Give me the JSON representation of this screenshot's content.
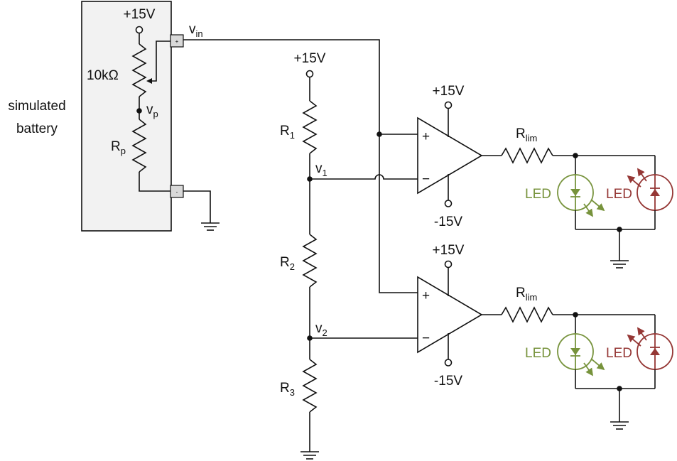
{
  "battery": {
    "label_line1": "simulated",
    "label_line2": "battery",
    "supply": "+15V",
    "pot": "10kΩ",
    "vp_main": "v",
    "vp_sub": "p",
    "rp_main": "R",
    "rp_sub": "p",
    "plus_terminal": "+",
    "minus_terminal": "-",
    "vin_main": "v",
    "vin_sub": "in"
  },
  "divider": {
    "supply": "+15V",
    "r1_main": "R",
    "r1_sub": "1",
    "r2_main": "R",
    "r2_sub": "2",
    "r3_main": "R",
    "r3_sub": "3",
    "v1_main": "v",
    "v1_sub": "1",
    "v2_main": "v",
    "v2_sub": "2"
  },
  "comparators": [
    {
      "pos_supply": "+15V",
      "neg_supply": "-15V",
      "plus_sign": "+",
      "minus_sign": "−",
      "rlim_main": "R",
      "rlim_sub": "lim",
      "led_green": "LED",
      "led_red": "LED"
    },
    {
      "pos_supply": "+15V",
      "neg_supply": "-15V",
      "plus_sign": "+",
      "minus_sign": "−",
      "rlim_main": "R",
      "rlim_sub": "lim",
      "led_green": "LED",
      "led_red": "LED"
    }
  ],
  "colors": {
    "wire": "#111111",
    "box_fill": "#f2f2f2",
    "led_green": "#77933c",
    "led_red": "#953735"
  }
}
